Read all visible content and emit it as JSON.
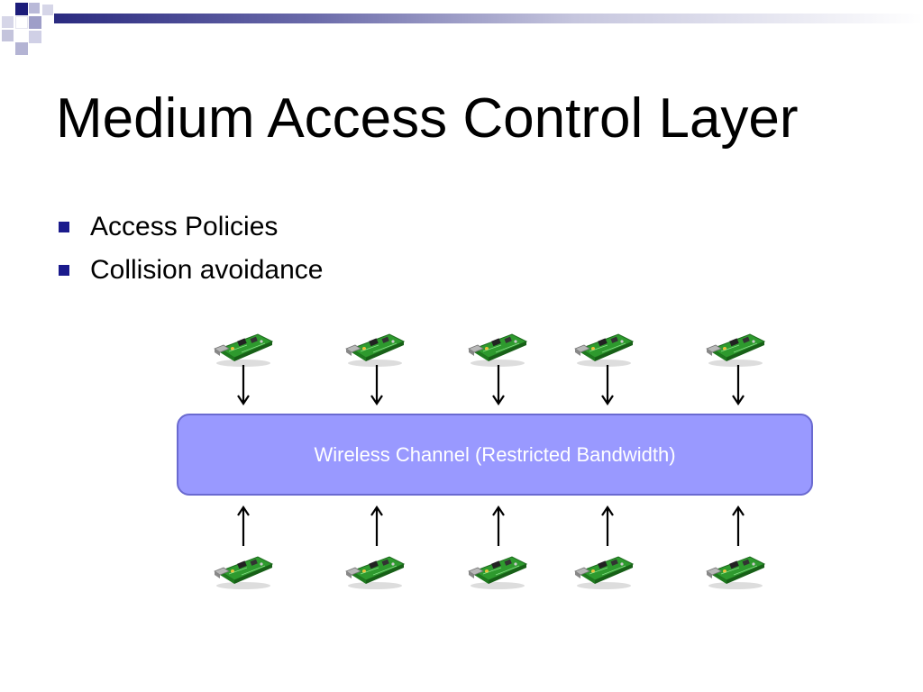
{
  "slide": {
    "title": "Medium Access Control Layer",
    "bullets": [
      "Access Policies",
      "Collision avoidance"
    ]
  },
  "diagram": {
    "channel": {
      "label": "Wireless Channel (Restricted Bandwidth)",
      "fill_color": "#9999ff"
    },
    "top_nodes": [
      "sensor-board-image",
      "sensor-board-image",
      "sensor-board-image",
      "sensor-board-image",
      "sensor-board-image"
    ],
    "bottom_nodes": [
      "sensor-board-image",
      "sensor-board-image",
      "sensor-board-image",
      "sensor-board-image",
      "sensor-board-image"
    ],
    "top_arrow_direction": "down",
    "bottom_arrow_direction": "up"
  },
  "colors": {
    "accent": "#1a1a8c",
    "header_gradient_dark": "#2a2a80",
    "board_green": "#2e9a2e"
  }
}
